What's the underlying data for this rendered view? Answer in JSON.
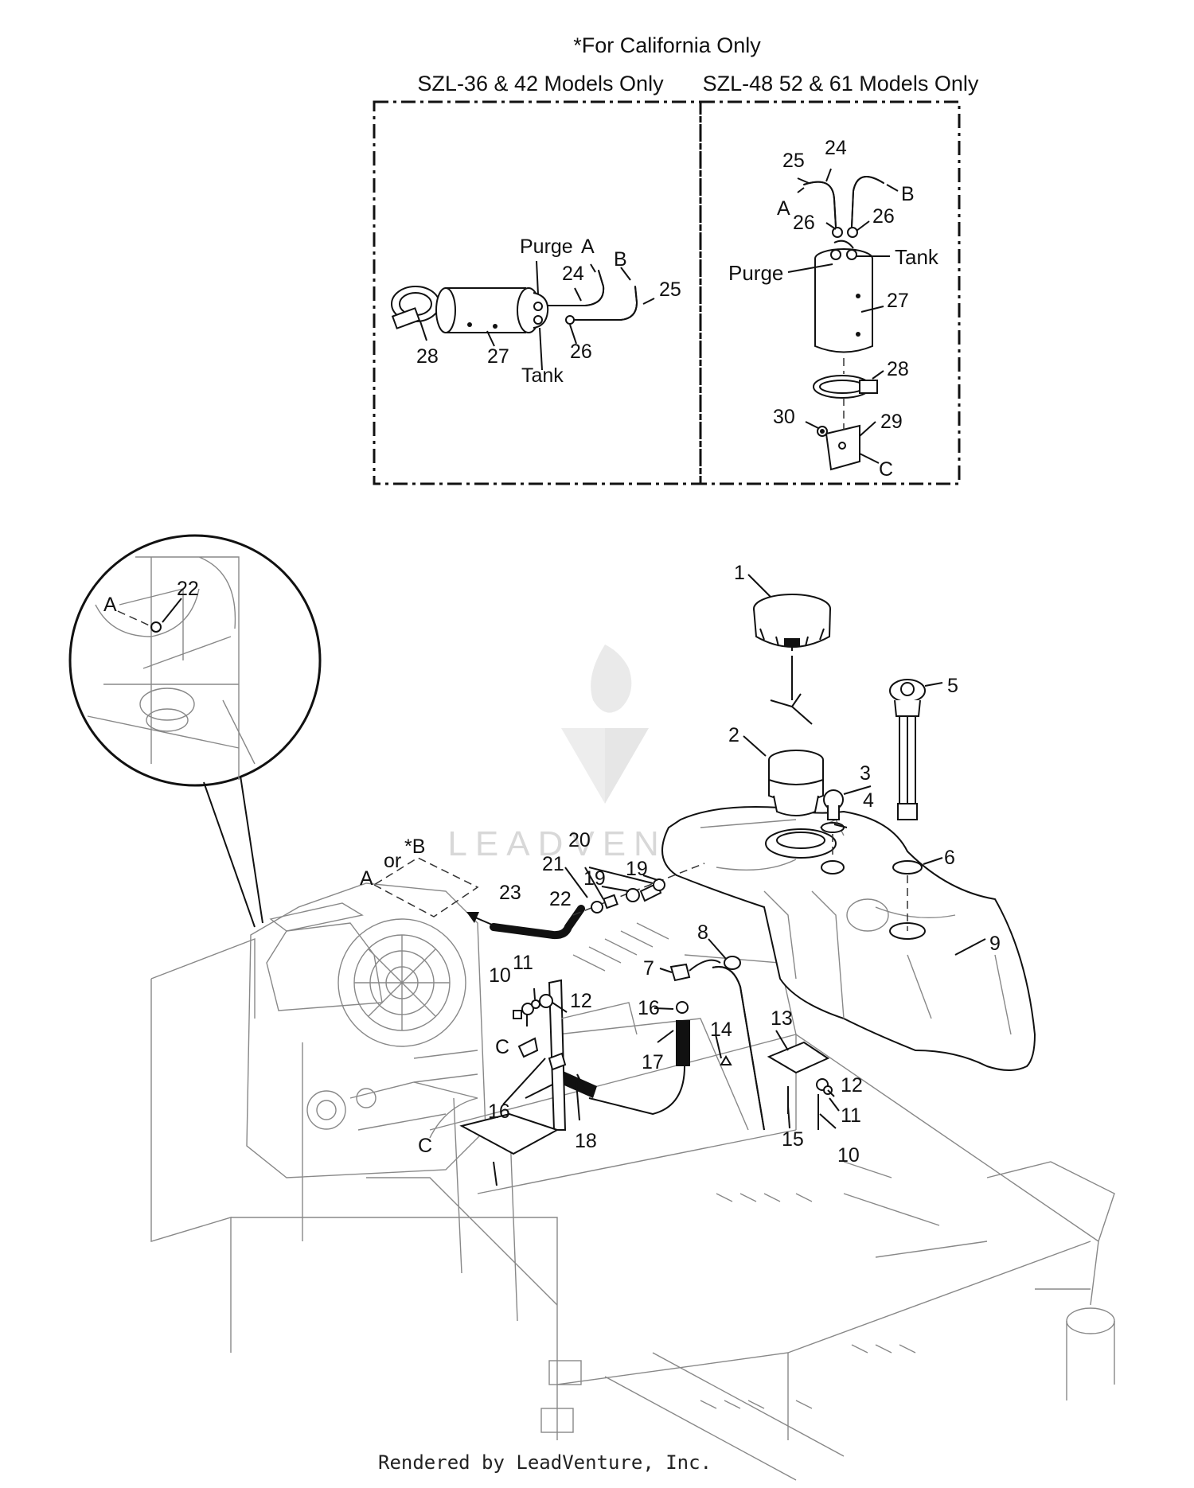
{
  "header": {
    "title": "*For California Only",
    "left_box_label": "SZL-36 & 42 Models Only",
    "right_box_label": "SZL-48 52 & 61 Models Only"
  },
  "left_inset": {
    "purge": "Purge",
    "tank": "Tank",
    "a": "A",
    "b": "B",
    "n24": "24",
    "n25": "25",
    "n26": "26",
    "n27": "27",
    "n28": "28"
  },
  "right_inset": {
    "purge": "Purge",
    "tank": "Tank",
    "a": "A",
    "b": "B",
    "c": "C",
    "n24": "24",
    "n25": "25",
    "n26a": "26",
    "n26b": "26",
    "n27": "27",
    "n28": "28",
    "n29": "29",
    "n30": "30"
  },
  "detail_circle": {
    "a": "A",
    "n22": "22"
  },
  "main": {
    "n1": "1",
    "n2": "2",
    "n3": "3",
    "n4": "4",
    "n5": "5",
    "n6": "6",
    "n7": "7",
    "n8": "8",
    "n9": "9",
    "n10a": "10",
    "n11a": "11",
    "n12a": "12",
    "n10b": "10",
    "n11b": "11",
    "n12b": "12",
    "n13": "13",
    "n14": "14",
    "n15": "15",
    "n16a": "16",
    "n16b": "16",
    "n17": "17",
    "n18": "18",
    "n19a": "19",
    "n19b": "19",
    "n20": "20",
    "n21": "21",
    "n22": "22",
    "n23": "23",
    "a": "A",
    "or": "or",
    "starb": "*B",
    "c1": "C",
    "c2": "C"
  },
  "watermark": "LEADVENTURE",
  "footer": "Rendered by LeadVenture, Inc."
}
